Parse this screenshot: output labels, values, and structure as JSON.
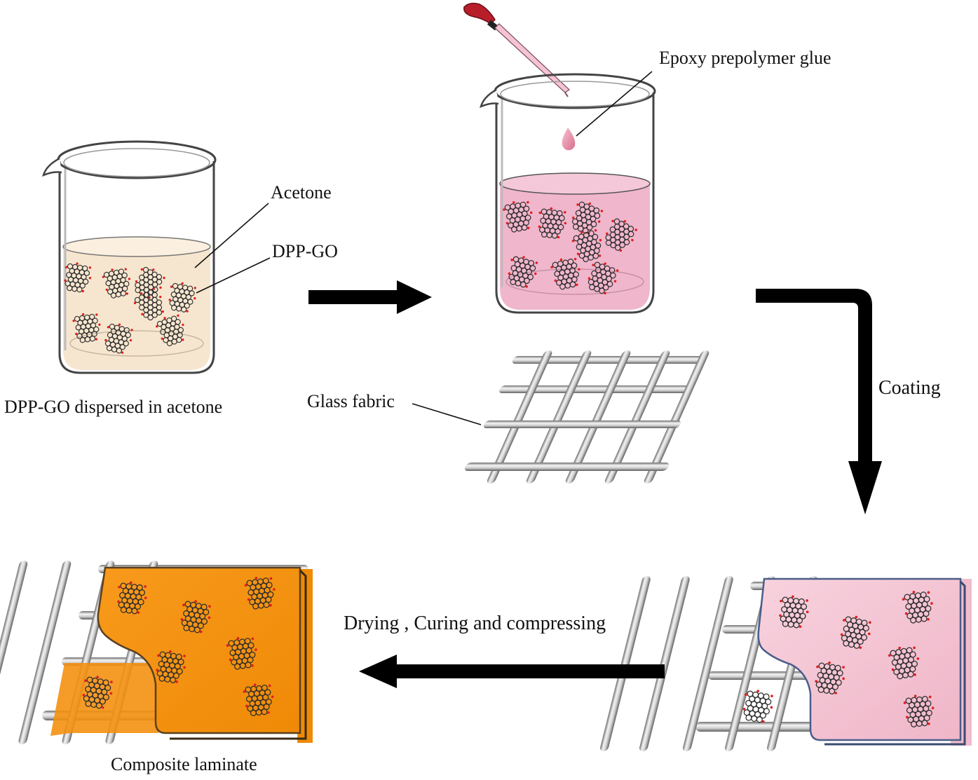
{
  "labels": {
    "acetone": "Acetone",
    "dpp_go": "DPP-GO",
    "beaker1_caption": "DPP-GO  dispersed in acetone",
    "epoxy": "Epoxy prepolymer glue",
    "glass_fabric": "Glass fabric",
    "coating": "Coating",
    "drying": "Drying ,  Curing and compressing",
    "composite": "Composite laminate"
  },
  "colors": {
    "acetone_liquid": "#f7e6cf",
    "epoxy_liquid": "#f0b6cc",
    "coated_sheet": "#f5c6d6",
    "laminate_sheet": "#f4900f",
    "arrow": "#000000",
    "fiber": "#b9b9b9",
    "flake_ring": "#333333",
    "flake_dot": "#e02020",
    "dropper_bulb": "#b81e2a"
  }
}
